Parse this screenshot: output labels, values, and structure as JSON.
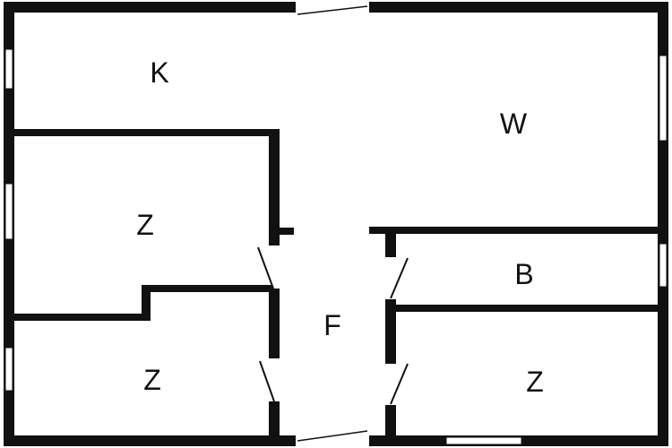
{
  "plan": {
    "colors": {
      "wall": "#111111",
      "background": "#ffffff",
      "window_fill": "#ffffff"
    },
    "rooms": {
      "kitchen": "K",
      "living": "W",
      "bedroom_upper_left": "Z",
      "bedroom_lower_left": "Z",
      "bath": "B",
      "hall": "F",
      "bedroom_lower_right": "Z"
    }
  }
}
